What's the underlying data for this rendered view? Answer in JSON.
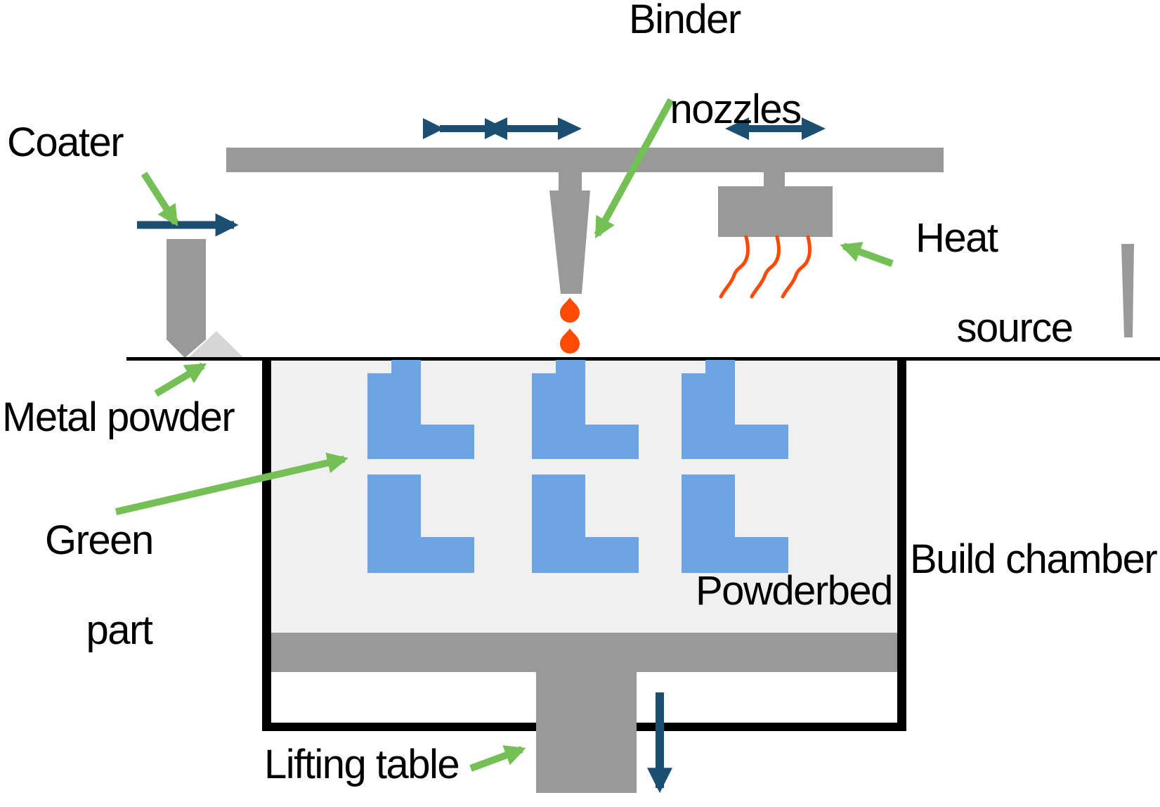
{
  "diagram_type": "binder-jetting-process-schematic",
  "labels": {
    "binder_nozzles": {
      "line1": "Binder",
      "line2": "nozzles"
    },
    "coater": "Coater",
    "heat_source": {
      "line1": "Heat",
      "line2": "source"
    },
    "metal_powder": "Metal powder",
    "green_part": {
      "line1": "Green",
      "line2": "part"
    },
    "powderbed": "Powderbed",
    "build_chamber": "Build chamber",
    "lifting_table": "Lifting table"
  },
  "icons": [
    "gantry-travel-arrow-left",
    "gantry-travel-arrow-right",
    "coater-direction-arrow",
    "table-down-arrow",
    "coater-pointer-arrow",
    "binder-nozzles-pointer-arrow",
    "metal-powder-pointer-arrow",
    "green-part-pointer-arrow",
    "lifting-table-pointer-arrow",
    "heat-source-pointer-arrow",
    "binder-droplets",
    "heat-wave-lines"
  ],
  "palette": {
    "gray": "#999999",
    "powder": "#f0f0f0",
    "pile": "#d6d6d6",
    "part_blue": "#6CA4E4",
    "navy": "#1B4F72",
    "green": "#74BF56",
    "orange": "#FF4A05",
    "line": "#000000",
    "text": "#000000",
    "background": "#ffffff"
  }
}
